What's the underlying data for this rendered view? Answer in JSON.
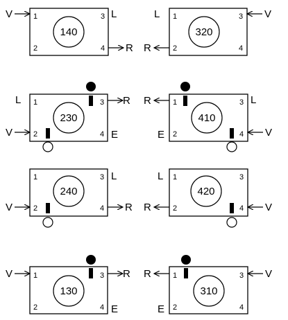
{
  "diagrams": [
    {
      "code": "140",
      "pins": [
        "1",
        "2",
        "3",
        "4"
      ],
      "labels": {
        "V": "V",
        "L": "L",
        "R": "R"
      }
    },
    {
      "code": "320",
      "pins": [
        "1",
        "2",
        "3",
        "4"
      ],
      "labels": {
        "L": "L",
        "V": "V",
        "R": "R"
      }
    },
    {
      "code": "230",
      "pins": [
        "1",
        "2",
        "3",
        "4"
      ],
      "labels": {
        "L": "L",
        "V": "V",
        "R": "R",
        "E": "E"
      }
    },
    {
      "code": "410",
      "pins": [
        "1",
        "2",
        "3",
        "4"
      ],
      "labels": {
        "R": "R",
        "L": "L",
        "E": "E",
        "V": "V"
      }
    },
    {
      "code": "240",
      "pins": [
        "1",
        "2",
        "3",
        "4"
      ],
      "labels": {
        "L": "L",
        "V": "V",
        "R": "R"
      }
    },
    {
      "code": "420",
      "pins": [
        "1",
        "2",
        "3",
        "4"
      ],
      "labels": {
        "L": "L",
        "R": "R",
        "V": "V"
      }
    },
    {
      "code": "130",
      "pins": [
        "1",
        "2",
        "3",
        "4"
      ],
      "labels": {
        "V": "V",
        "R": "R",
        "E": "E"
      }
    },
    {
      "code": "310",
      "pins": [
        "1",
        "2",
        "3",
        "4"
      ],
      "labels": {
        "R": "R",
        "V": "V",
        "E": "E"
      }
    }
  ]
}
